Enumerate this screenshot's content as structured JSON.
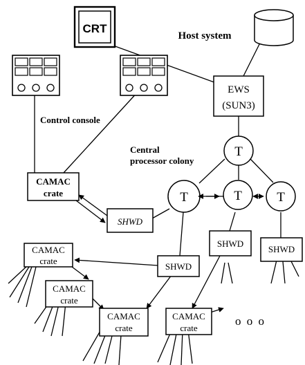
{
  "labels": {
    "crt": "CRT",
    "host_system": "Host system",
    "ews_line1": "EWS",
    "ews_line2": "(SUN3)",
    "control_console": "Control console",
    "central_line1": "Central",
    "central_line2": "processor colony",
    "transputer": "T",
    "camac_line1": "CAMAC",
    "camac_line2": "crate",
    "shwd": "SHWD",
    "ellipsis": "o  o  o"
  },
  "node_counts": {
    "transputers": 4,
    "camac_crates": 5,
    "shwd_units": 4,
    "console_panels": 2
  }
}
